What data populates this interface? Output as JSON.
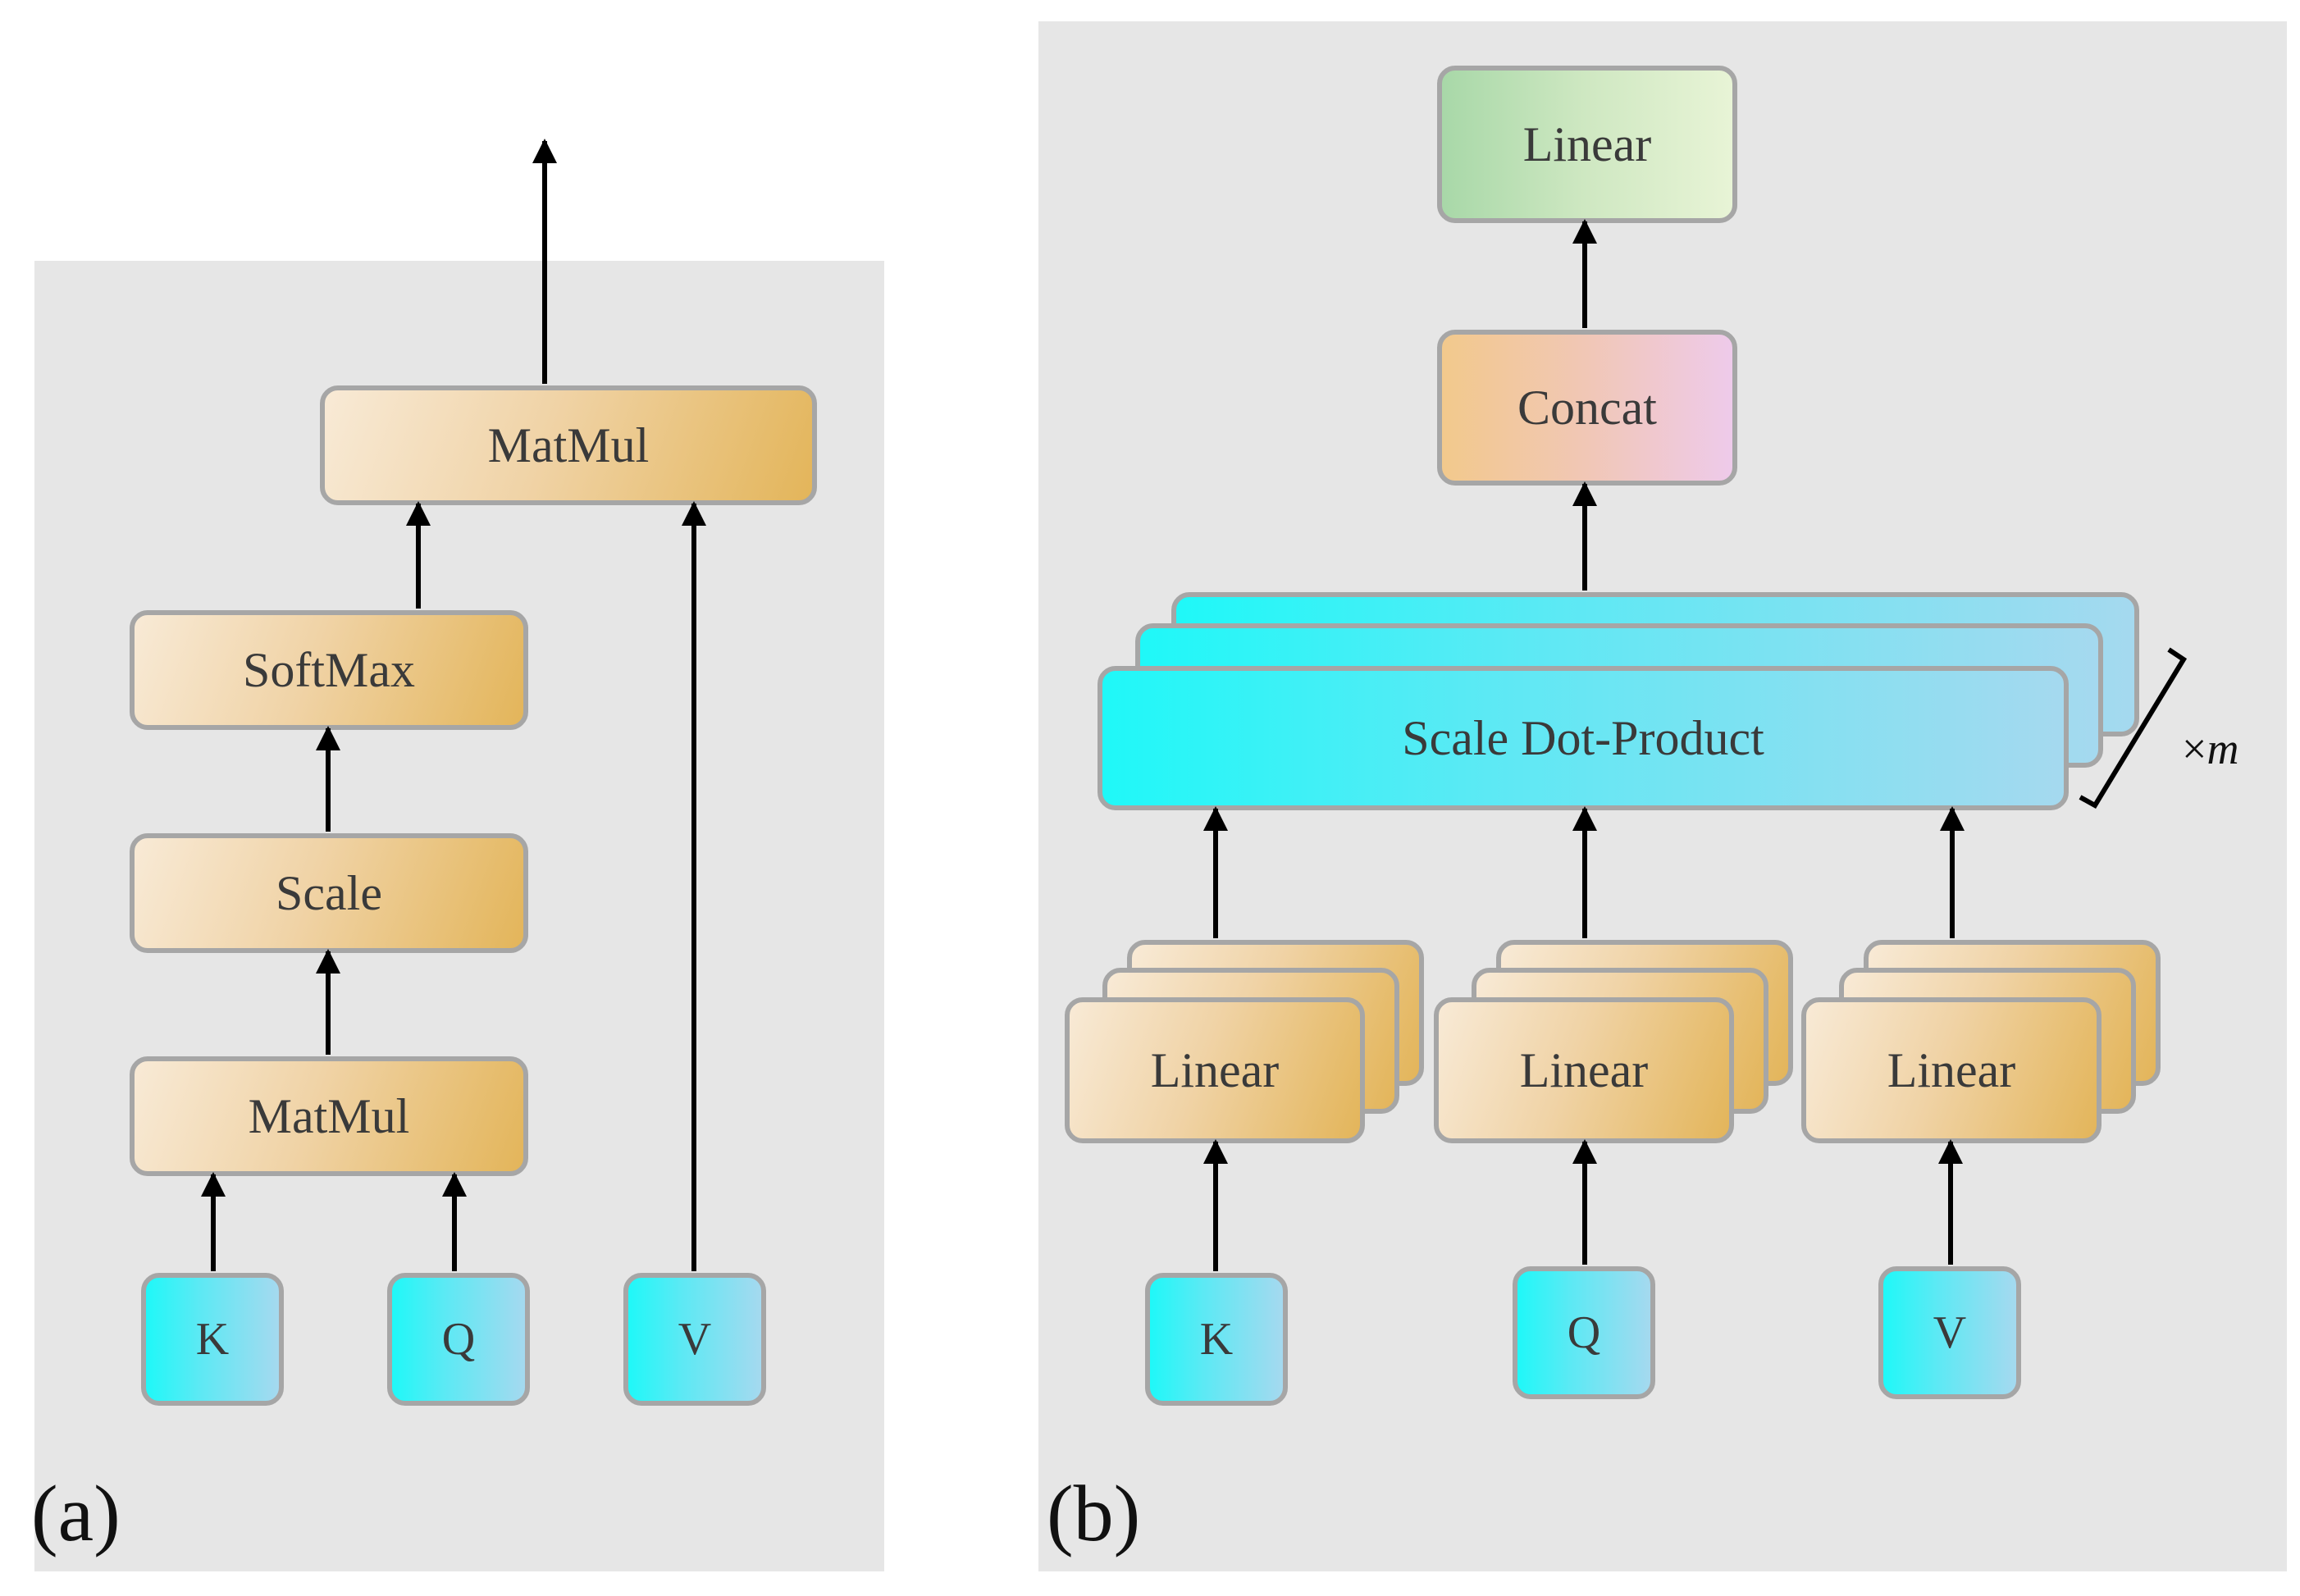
{
  "panel_a": {
    "label": "(a)",
    "matmul_top": "MatMul",
    "softmax": "SoftMax",
    "scale": "Scale",
    "matmul_bottom": "MatMul",
    "input_k": "K",
    "input_q": "Q",
    "input_v": "V"
  },
  "panel_b": {
    "label": "(b)",
    "linear_out": "Linear",
    "concat": "Concat",
    "scale_dot_product": "Scale Dot-Product",
    "repeat_times": "×",
    "repeat_var": "m",
    "linear_k": "Linear",
    "linear_q": "Linear",
    "linear_v": "Linear",
    "input_k": "K",
    "input_q": "Q",
    "input_v": "V"
  }
}
